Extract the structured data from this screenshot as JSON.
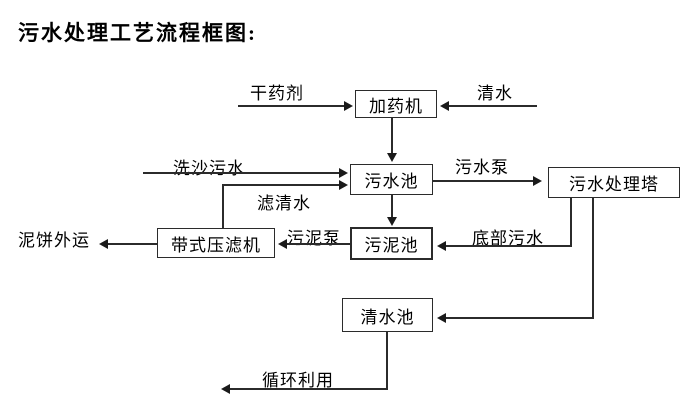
{
  "title": "污水处理工艺流程框图:",
  "boxes": {
    "dosing_machine": "加药机",
    "sewage_pool": "污水池",
    "treatment_tower": "污水处理塔",
    "sludge_pool": "污泥池",
    "belt_filter_press": "带式压滤机",
    "clear_water_pool": "清水池"
  },
  "flow_labels": {
    "dry_agent": "干药剂",
    "clear_water": "清水",
    "sand_washing_sewage": "洗沙污水",
    "sewage_pump": "污水泵",
    "filtered_water": "滤清水",
    "sludge_pump": "污泥泵",
    "bottom_sewage": "底部污水",
    "mud_cake_out": "泥饼外运",
    "recycle_use": "循环利用"
  },
  "colors": {
    "background": "#ffffff",
    "line": "#2b2b2b",
    "text": "#000000"
  }
}
